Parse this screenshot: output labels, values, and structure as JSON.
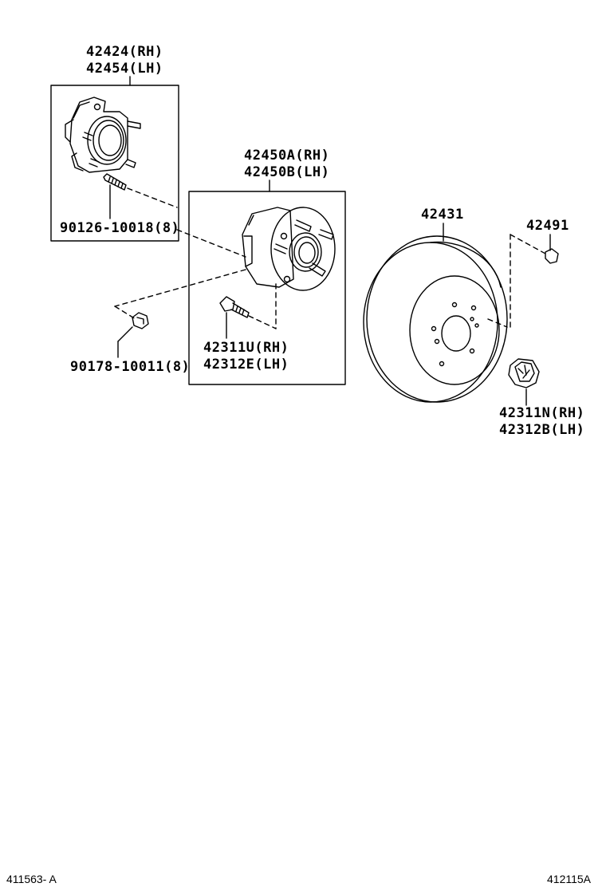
{
  "parts": {
    "carrier": {
      "rh": "42424(RH)",
      "lh": "42454(LH)"
    },
    "carrier_bolt": {
      "part": "90126-10018(8)"
    },
    "hub_bearing": {
      "rh": "42450A(RH)",
      "lh": "42450B(LH)"
    },
    "hub_bolt": {
      "rh": "42311U(RH)",
      "lh": "42312E(LH)"
    },
    "carrier_nut": {
      "part": "90178-10011(8)"
    },
    "rotor": {
      "part": "42431"
    },
    "plug": {
      "part": "42491"
    },
    "wheel_nut": {
      "rh": "42311N(RH)",
      "lh": "42312B(LH)"
    }
  },
  "footer": {
    "left_code": "411563- A",
    "right_code": "412115A"
  }
}
